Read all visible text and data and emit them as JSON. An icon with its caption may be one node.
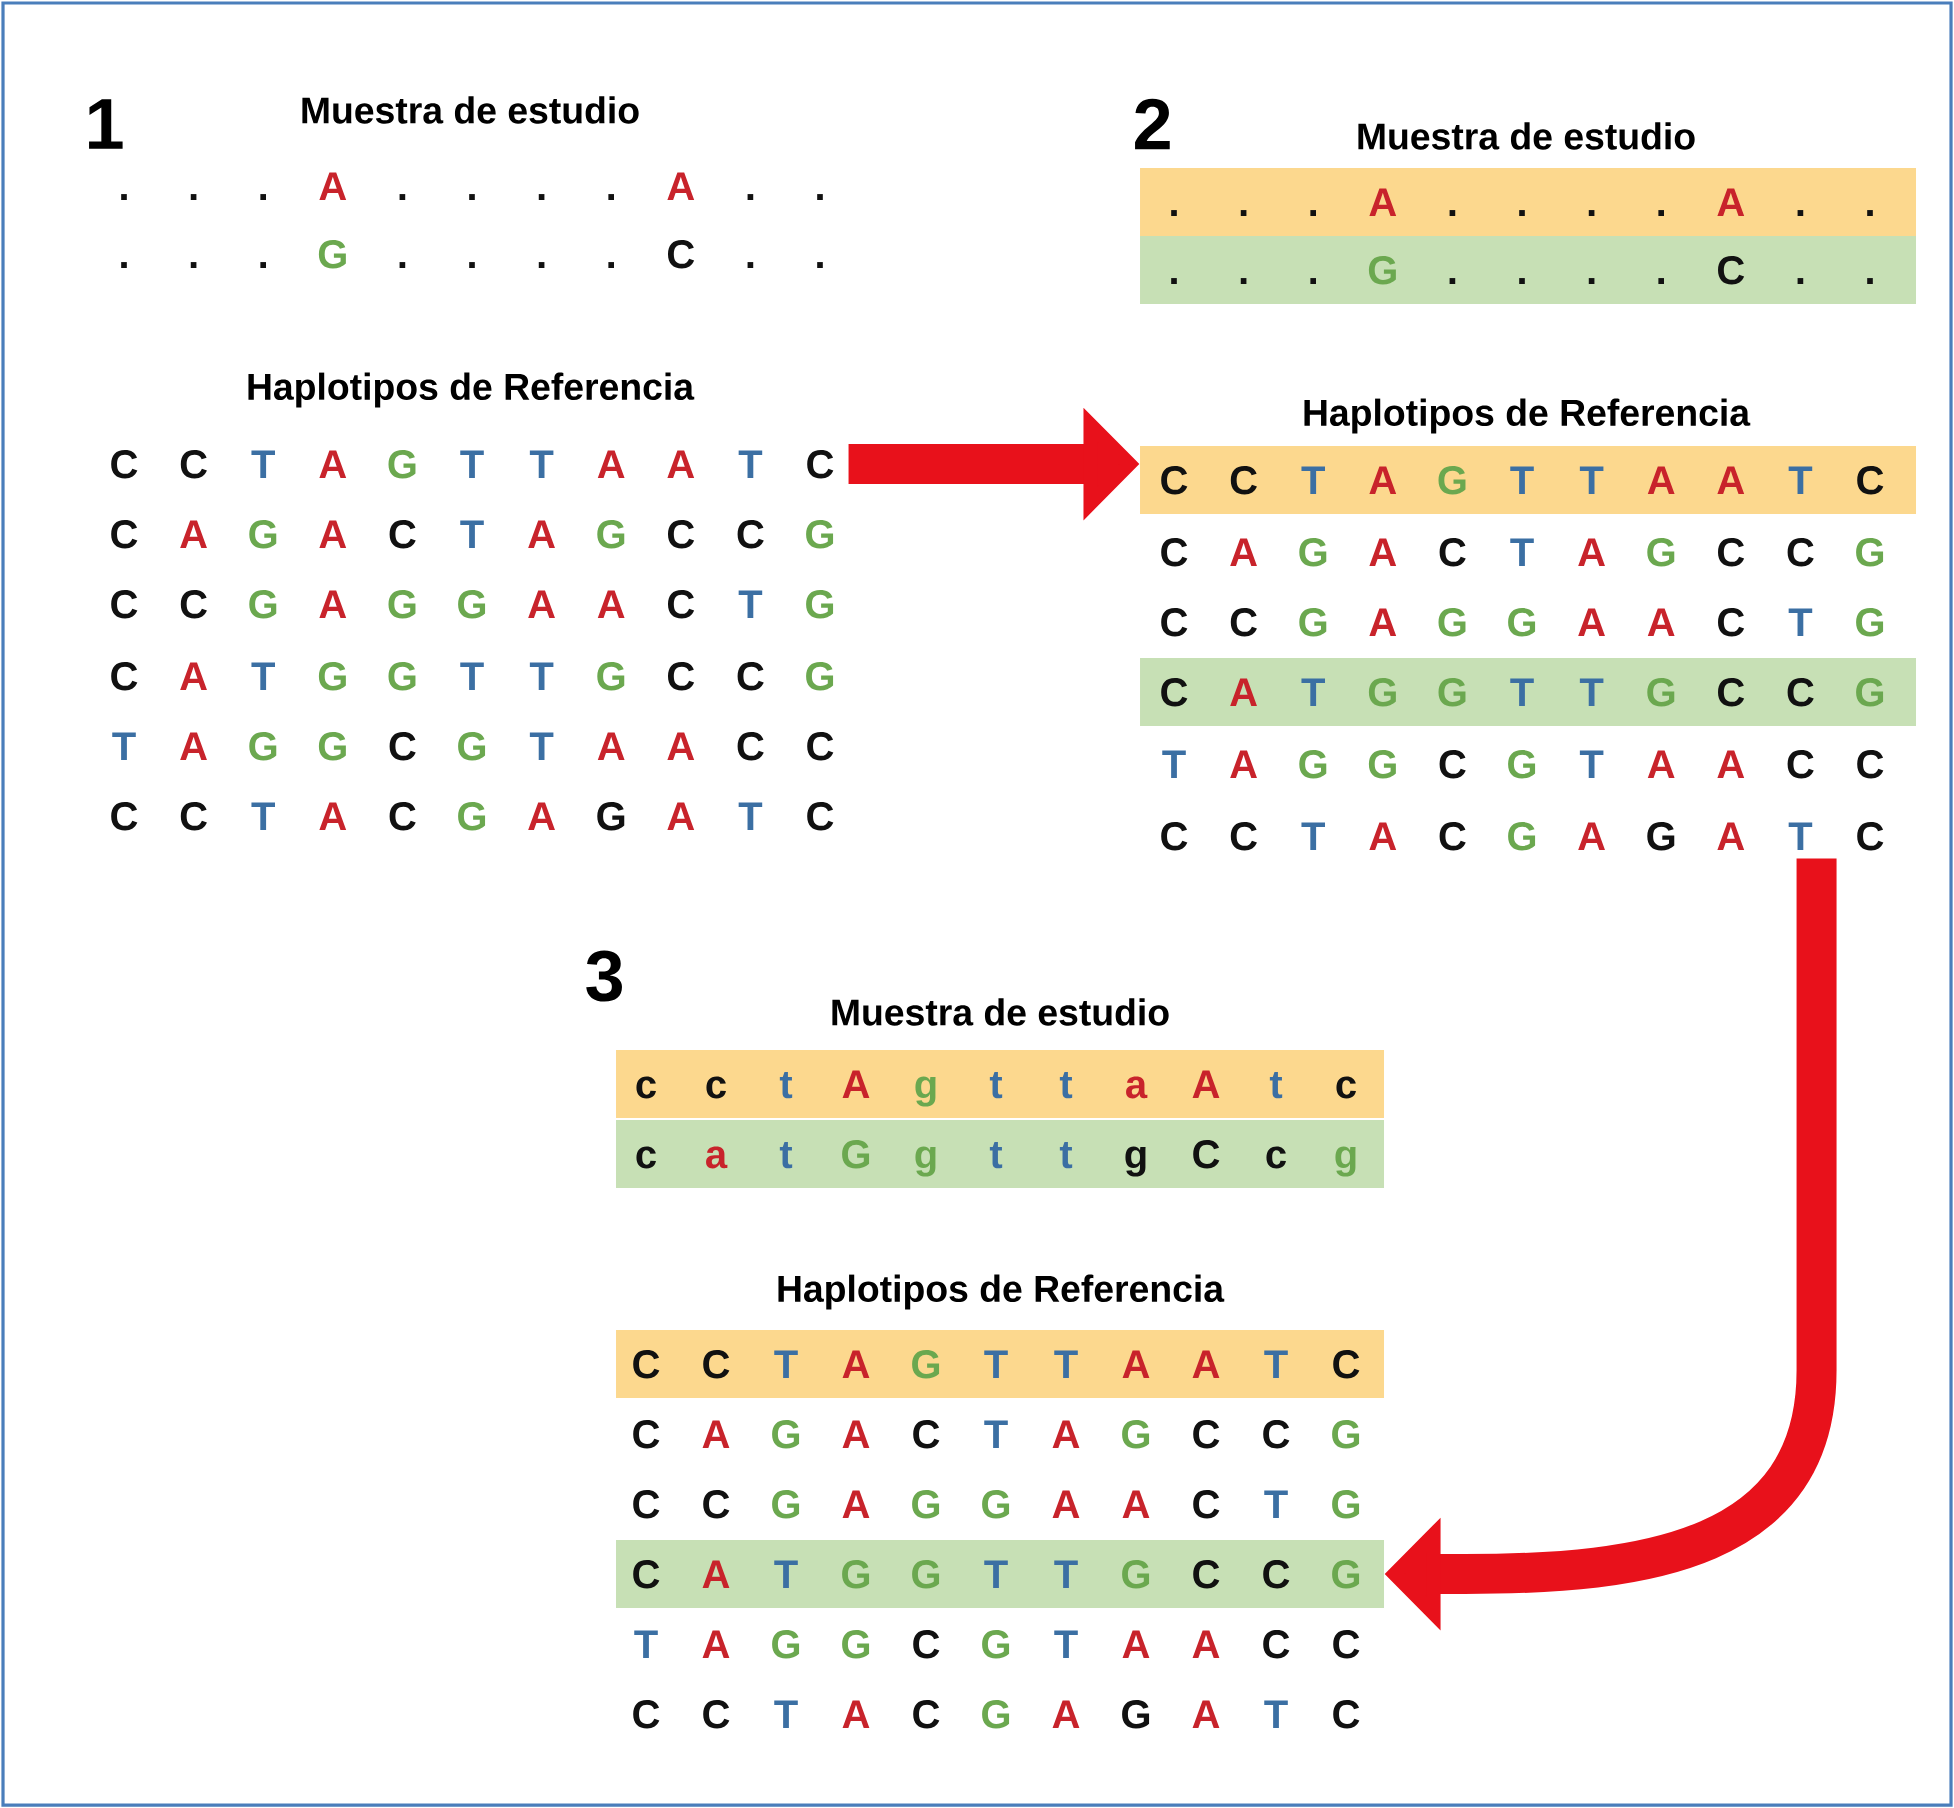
{
  "diagram": {
    "nodes": [
      {
        "text": [
          ".",
          ".",
          ".",
          "A",
          ".",
          ".",
          ".",
          ".",
          "A",
          ".",
          "."
        ]
      },
      {
        "text": [
          ".",
          ".",
          ".",
          "G",
          ".",
          ".",
          ".",
          ".",
          "C",
          ".",
          "."
        ]
      },
      {
        "text": [
          "C",
          "C",
          "T",
          "A",
          "G",
          "T",
          "T",
          "A",
          "A",
          "T",
          "C"
        ]
      },
      {
        "text": [
          "C",
          "A",
          "G",
          "A",
          "C",
          "T",
          "A",
          "G",
          "C",
          "C",
          "G"
        ]
      },
      {
        "text": [
          "C",
          "C",
          "G",
          "A",
          "G",
          "G",
          "A",
          "A",
          "C",
          "T",
          "G"
        ]
      },
      {
        "text": [
          "C",
          "A",
          "T",
          "G",
          "G",
          "T",
          "T",
          "G",
          "C",
          "C",
          "G"
        ]
      },
      {
        "text": [
          "T",
          "A",
          "G",
          "G",
          "C",
          "G",
          "T",
          "A",
          "A",
          "C",
          "C"
        ]
      },
      {
        "text": [
          "C",
          "C",
          "T",
          "A",
          "C",
          "G",
          "A",
          "G",
          "A",
          "T",
          "C"
        ]
      },
      {
        "text": [
          ".",
          ".",
          ".",
          "A",
          ".",
          ".",
          ".",
          ".",
          "A",
          ".",
          "."
        ]
      },
      {
        "text": [
          ".",
          ".",
          ".",
          "G",
          ".",
          ".",
          ".",
          ".",
          "C",
          ".",
          "."
        ]
      },
      {
        "text": [
          "C",
          "C",
          "T",
          "A",
          "G",
          "T",
          "T",
          "A",
          "A",
          "T",
          "C"
        ]
      },
      {
        "text": [
          "C",
          "A",
          "G",
          "A",
          "C",
          "T",
          "A",
          "G",
          "C",
          "C",
          "G"
        ]
      },
      {
        "text": [
          "C",
          "C",
          "G",
          "A",
          "G",
          "G",
          "A",
          "A",
          "C",
          "T",
          "G"
        ]
      },
      {
        "text": [
          "C",
          "A",
          "T",
          "G",
          "G",
          "T",
          "T",
          "G",
          "C",
          "C",
          "G"
        ]
      },
      {
        "text": [
          "T",
          "A",
          "G",
          "G",
          "C",
          "G",
          "T",
          "A",
          "A",
          "C",
          "C"
        ]
      },
      {
        "text": [
          "C",
          "C",
          "T",
          "A",
          "C",
          "G",
          "A",
          "G",
          "A",
          "T",
          "C"
        ]
      },
      {
        "text": [
          "c",
          "c",
          "t",
          "A",
          "g",
          "t",
          "t",
          "a",
          "A",
          "t",
          "c"
        ]
      },
      {
        "text": [
          "c",
          "a",
          "t",
          "G",
          "g",
          "t",
          "t",
          "g",
          "C",
          "c",
          "g"
        ]
      },
      {
        "text": [
          "C",
          "C",
          "T",
          "A",
          "G",
          "T",
          "T",
          "A",
          "A",
          "T",
          "C"
        ]
      },
      {
        "text": [
          "C",
          "A",
          "G",
          "A",
          "C",
          "T",
          "A",
          "G",
          "C",
          "C",
          "G"
        ]
      },
      {
        "text": [
          "C",
          "C",
          "G",
          "A",
          "G",
          "G",
          "A",
          "A",
          "C",
          "T",
          "G"
        ]
      },
      {
        "text": [
          "C",
          "A",
          "T",
          "G",
          "G",
          "T",
          "T",
          "G",
          "C",
          "C",
          "G"
        ]
      },
      {
        "text": [
          "T",
          "A",
          "G",
          "G",
          "C",
          "G",
          "T",
          "A",
          "A",
          "C",
          "C"
        ]
      },
      {
        "text": [
          "C",
          "C",
          "T",
          "A",
          "C",
          "G",
          "A",
          "G",
          "A",
          "T",
          "C"
        ]
      }
    ],
    "edges": [
      {
        "from": 2,
        "to": 10,
        "arrow": "to"
      },
      {
        "from": 15,
        "to": 21,
        "arrow": "to"
      }
    ],
    "labels": [
      "1",
      "Muestra de estudio",
      "Haplotipos de Referencia",
      "2",
      "Muestra de estudio",
      "Haplotipos de Referencia",
      "3",
      "Muestra de estudio",
      "Haplotipos de Referencia"
    ]
  }
}
